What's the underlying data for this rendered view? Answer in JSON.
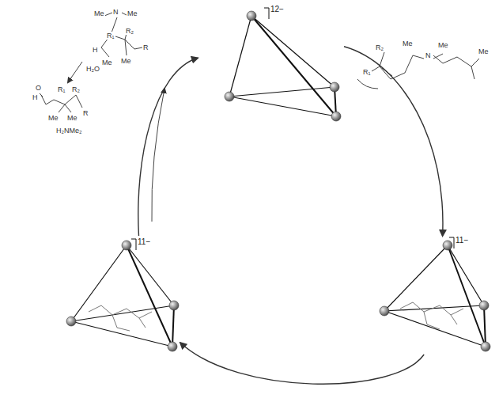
{
  "diagram": {
    "nodes": [
      {
        "text": [
          "12−"
        ]
      },
      {
        "text": [
          "11−"
        ]
      },
      {
        "text": [
          "11−"
        ]
      }
    ],
    "edges": [
      {
        "from": 0,
        "to": 1,
        "arrow": "to"
      },
      {
        "from": 1,
        "to": 2,
        "arrow": "to"
      },
      {
        "from": 2,
        "to": 0,
        "arrow": "to"
      }
    ],
    "labels": [
      "R₂",
      "Me",
      "N",
      "Me",
      "Me",
      "R₁",
      "Me",
      "N",
      "Me",
      "R₁",
      "R₂",
      "H",
      "Me",
      "Me",
      "R",
      "O",
      "H",
      "R₁",
      "R₂",
      "Me",
      "Me",
      "R",
      "H₂O",
      "H₂NMe₂"
    ]
  }
}
